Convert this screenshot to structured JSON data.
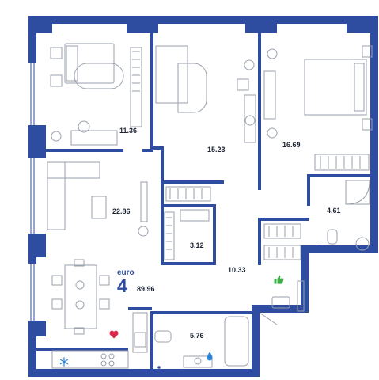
{
  "apartment": {
    "unit_type": "euro",
    "rooms": "4",
    "total_area": "89.96"
  },
  "rooms": [
    {
      "id": "bedroom-1",
      "area": "11.36"
    },
    {
      "id": "bedroom-2",
      "area": "15.23"
    },
    {
      "id": "bedroom-master",
      "area": "16.69"
    },
    {
      "id": "living-room",
      "area": "22.86"
    },
    {
      "id": "closet",
      "area": "3.12"
    },
    {
      "id": "hallway",
      "area": "10.33"
    },
    {
      "id": "bathroom-1",
      "area": "4.61"
    },
    {
      "id": "bathroom-2",
      "area": "5.76"
    }
  ],
  "icons": {
    "heart": "heart-icon",
    "thumbs_up": "thumbs-up-icon",
    "water_drop": "water-drop-icon",
    "snowflake": "snowflake-icon"
  },
  "colors": {
    "wall": "#2f4da0",
    "accent": "#2f4da0",
    "furniture": "#9aa1ad",
    "heart": "#e0284a",
    "thumbs_up": "#3fae49",
    "water_drop": "#2f86d6"
  }
}
